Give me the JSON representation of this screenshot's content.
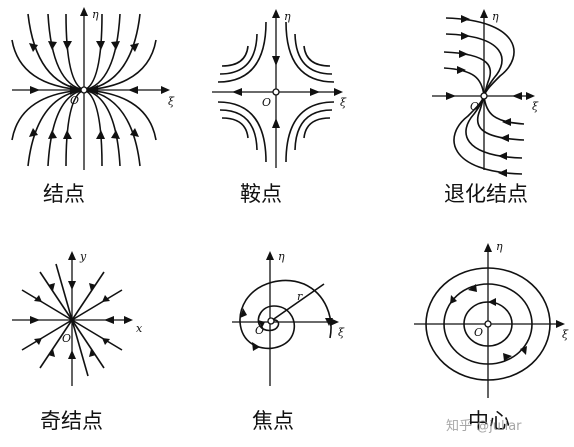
{
  "panels": [
    {
      "id": "node",
      "title": "结点",
      "x_axis": "ξ",
      "y_axis": "η",
      "origin": "O"
    },
    {
      "id": "saddle",
      "title": "鞍点",
      "x_axis": "ξ",
      "y_axis": "η",
      "origin": "O"
    },
    {
      "id": "degenerate-node",
      "title": "退化结点",
      "x_axis": "ξ",
      "y_axis": "η",
      "origin": "O"
    },
    {
      "id": "singular-node",
      "title": "奇结点",
      "x_axis": "x",
      "y_axis": "y",
      "origin": "O"
    },
    {
      "id": "focus",
      "title": "焦点",
      "x_axis": "ξ",
      "y_axis": "η",
      "origin": "O",
      "radius_label": "r"
    },
    {
      "id": "center",
      "title": "中心",
      "x_axis": "ξ",
      "y_axis": "η",
      "origin": "O"
    }
  ],
  "watermark": "知乎 @juliar"
}
